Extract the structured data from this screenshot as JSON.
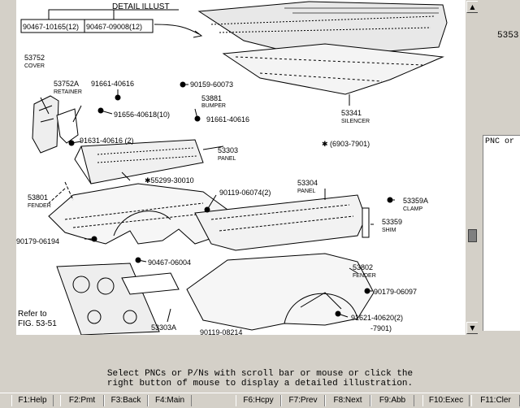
{
  "diagram": {
    "title": "DETAIL ILLUST",
    "labels": {
      "part_90467_10165": "90467-10165(12)",
      "part_90467_09008": "90467-09008(12)",
      "part_53752": "53752",
      "part_53752_name": "COVER",
      "part_53752a": "53752A",
      "part_53752a_name": "RETAINER",
      "part_91661_40616_a": "91661-40616",
      "part_90159_60073": "90159-60073",
      "part_53881": "53881",
      "part_53881_name": "BUMPER",
      "part_91656_40618": "91656-40618(10)",
      "part_91661_40616_b": "91661-40616",
      "part_91631_40616": "91631-40616 (2)",
      "part_53303": "53303",
      "part_53303_name": "PANEL",
      "part_53341": "53341",
      "part_53341_name": "SILENCER",
      "date_range": "✱ (6903-7901)",
      "part_55299_30010": "✱55299-30010",
      "part_53304": "53304",
      "part_53304_name": "PANEL",
      "part_53801": "53801",
      "part_53801_name": "FENDER",
      "part_90119_06074": "90119-06074(2)",
      "part_53359a": "53359A",
      "part_53359a_name": "CLAMP",
      "part_53359": "53359",
      "part_53359_name": "SHIM",
      "part_90179_06194": "90179-06194",
      "part_90467_06004": "90467-06004",
      "part_53802": "53802",
      "part_53802_name": "FENDER",
      "part_90179_06097": "90179-06097",
      "refer_line1": "Refer to",
      "refer_line2": "FIG. 53-51",
      "part_53303a": "53303A",
      "part_90119_08214": "90119-08214",
      "part_91621_40620": "91621-40620(2)",
      "date_end": "-7901)"
    }
  },
  "right_panel": {
    "pnc_number": "5353",
    "pnc_header": "PNC or"
  },
  "status": {
    "line1": "Select PNCs or P/Ns with scroll bar or mouse or click the",
    "line2": "right button of mouse to display a detailed illustration."
  },
  "function_keys": [
    {
      "label": "F1:Help"
    },
    {
      "label": "F2:Pmt"
    },
    {
      "label": "F3:Back"
    },
    {
      "label": "F4:Main"
    },
    {
      "label": "F6:Hcpy"
    },
    {
      "label": "F7:Prev"
    },
    {
      "label": "F8:Next"
    },
    {
      "label": "F9:Abb"
    },
    {
      "label": "F10:Exec"
    },
    {
      "label": "F11:Cler"
    }
  ]
}
